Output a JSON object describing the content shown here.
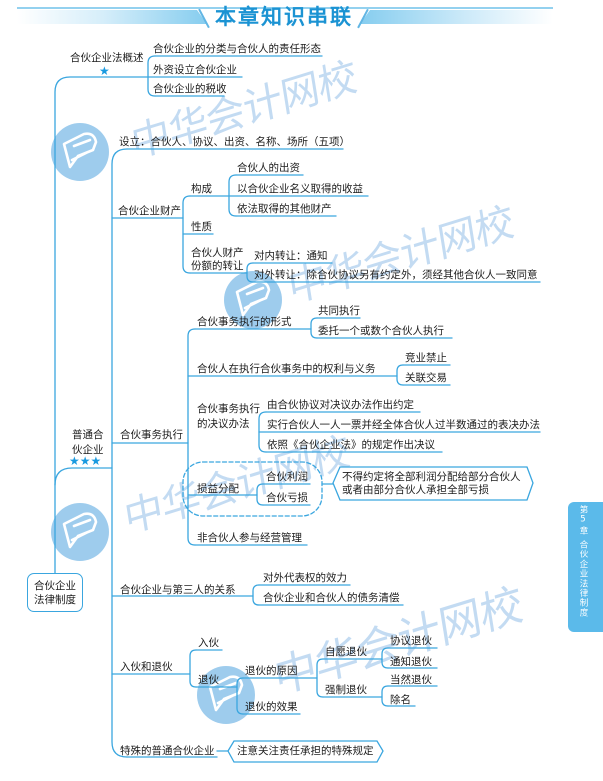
{
  "header": {
    "title": "本章知识串联"
  },
  "side_tab": {
    "chapter": "第5章",
    "title": "合伙企业法律制度"
  },
  "watermark": {
    "text": "中华会计网校",
    "logo_icon": "zhonghua-logo-icon"
  },
  "colors": {
    "line": "#3aa6df",
    "accent": "#1b93d3",
    "star": "#1a9ae0",
    "tab": "#5bbaea",
    "watermark": "#86bfe8"
  },
  "mindmap": {
    "root": {
      "line1": "合伙企业",
      "line2": "法律制度"
    },
    "overview": {
      "label": "合伙企业法概述",
      "stars": "★",
      "items": [
        "合伙企业的分类与合伙人的责任形态",
        "外资设立合伙企业",
        "合伙企业的税收"
      ]
    },
    "general_partnership": {
      "line1": "普通合",
      "line2": "伙企业",
      "stars": "★★★",
      "establishment": "设立：合伙人、协议、出资、名称、场所（五项）",
      "property": {
        "label": "合伙企业财产",
        "composition": {
          "label": "构成",
          "items": [
            "合伙人的出资",
            "以合伙企业名义取得的收益",
            "依法取得的其他财产"
          ]
        },
        "nature": "性质",
        "transfer": {
          "line1": "合伙人财产",
          "line2": "份额的转让",
          "items": [
            "对内转让：通知",
            "对外转让：除合伙协议另有约定外，须经其他合伙人一致同意"
          ]
        }
      },
      "affairs": {
        "label": "合伙事务执行",
        "forms": {
          "label": "合伙事务执行的形式",
          "items": [
            "共同执行",
            "委托一个或数个合伙人执行"
          ]
        },
        "rights": {
          "label": "合伙人在执行合伙事务中的权利与义务",
          "items": [
            "竞业禁止",
            "关联交易"
          ]
        },
        "resolution": {
          "line1": "合伙事务执行",
          "line2": "的决议办法",
          "items": [
            "由合伙协议对决议办法作出约定",
            "实行合伙人一人一票并经全体合伙人过半数通过的表决办法",
            "依照《合伙企业法》的规定作出决议"
          ]
        },
        "profit_loss": {
          "label": "损益分配",
          "items": [
            "合伙利润",
            "合伙亏损"
          ],
          "note_line1": "不得约定将全部利润分配给部分合伙人",
          "note_line2": "或者由部分合伙人承担全部亏损"
        },
        "non_partner": "非合伙人参与经营管理"
      },
      "third_party": {
        "label": "合伙企业与第三人的关系",
        "items": [
          "对外代表权的效力",
          "合伙企业和合伙人的债务清偿"
        ]
      },
      "admission_withdrawal": {
        "label": "入伙和退伙",
        "admission": "入伙",
        "withdrawal": {
          "label": "退伙",
          "causes": {
            "label": "退伙的原因",
            "voluntary": {
              "label": "自愿退伙",
              "items": [
                "协议退伙",
                "通知退伙"
              ]
            },
            "compulsory": {
              "label": "强制退伙",
              "items": [
                "当然退伙",
                "除名"
              ]
            }
          },
          "effects": "退伙的效果"
        }
      },
      "special": {
        "label": "特殊的普通合伙企业",
        "note": "注意关注责任承担的特殊规定"
      }
    }
  }
}
